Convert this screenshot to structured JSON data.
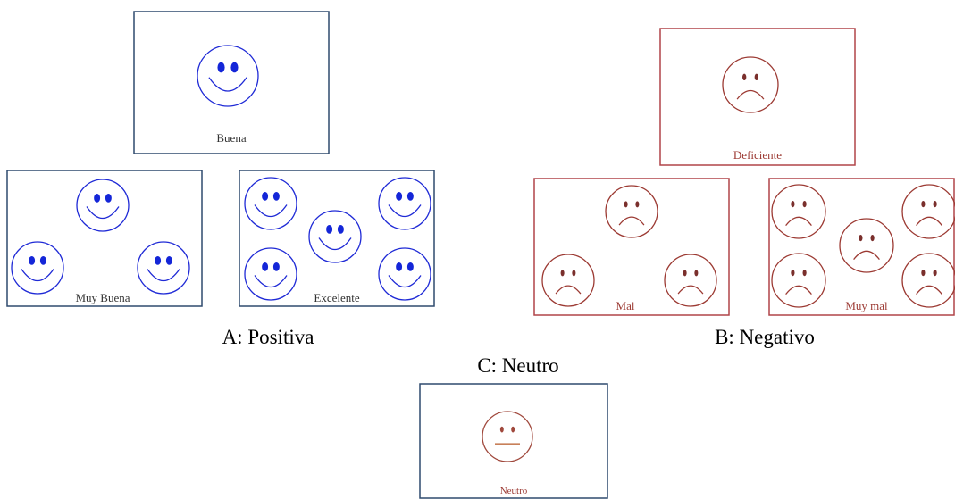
{
  "colors": {
    "positive_border": "#2f4a6e",
    "positive_face": "#1f2ad6",
    "positive_eye": "#1426d8",
    "negative_border": "#b04448",
    "negative_face": "#9c3a33",
    "negative_eye": "#7a2f2c",
    "neutral_border": "#2f4a6e",
    "neutral_face": "#a0483c",
    "neutral_mouth": "#c8805a",
    "label_text": "#333333",
    "caption_text": "#000000"
  },
  "groups": {
    "positive": {
      "caption": "A: Positiva",
      "panels": [
        {
          "id": "buena",
          "label": "Buena",
          "faces": 1
        },
        {
          "id": "muy-buena",
          "label": "Muy Buena",
          "faces": 3
        },
        {
          "id": "excelente",
          "label": "Excelente",
          "faces": 5
        }
      ]
    },
    "negative": {
      "caption": "B: Negativo",
      "panels": [
        {
          "id": "deficiente",
          "label": "Deficiente",
          "faces": 1
        },
        {
          "id": "mal",
          "label": "Mal",
          "faces": 3
        },
        {
          "id": "muy-mal",
          "label": "Muy mal",
          "faces": 5
        }
      ]
    },
    "neutral": {
      "caption": "C: Neutro",
      "panels": [
        {
          "id": "neutro",
          "label": "Neutro",
          "faces": 1
        }
      ]
    }
  }
}
